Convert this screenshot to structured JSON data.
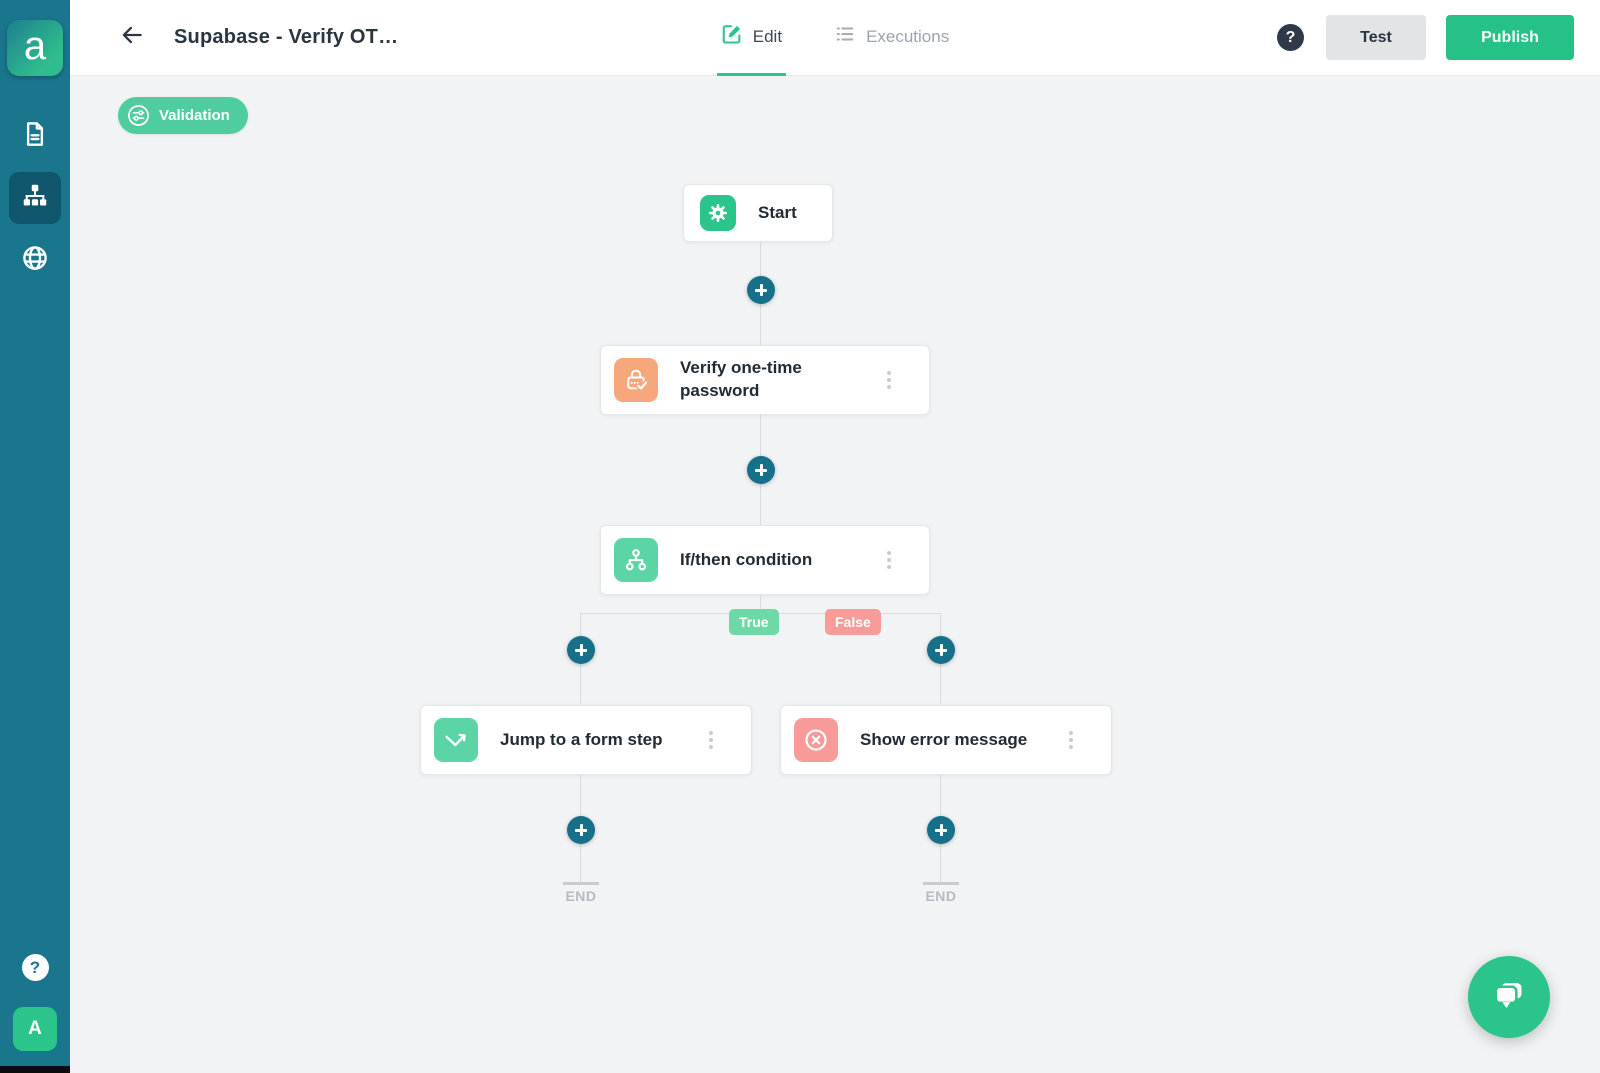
{
  "app": {
    "logo_letter": "a"
  },
  "sidebar": {
    "items": [
      {
        "name": "forms",
        "icon": "document-icon"
      },
      {
        "name": "flows",
        "icon": "sitemap-icon",
        "active": true
      },
      {
        "name": "domains",
        "icon": "globe-icon"
      }
    ],
    "help_glyph": "?",
    "avatar_letter": "A"
  },
  "header": {
    "title": "Supabase - Verify OT…",
    "tabs": [
      {
        "label": "Edit",
        "active": true
      },
      {
        "label": "Executions",
        "active": false
      }
    ],
    "help_glyph": "?",
    "test_button": "Test",
    "publish_button": "Publish"
  },
  "canvas": {
    "badge": {
      "label": "Validation"
    },
    "nodes": [
      {
        "id": "start",
        "label": "Start",
        "icon": "gear-icon",
        "icon_color": "#2bc48a"
      },
      {
        "id": "verify-otp",
        "label": "Verify one-time password",
        "icon": "lock-check-icon",
        "icon_color": "#f6a87c"
      },
      {
        "id": "if-then",
        "label": "If/then condition",
        "icon": "branch-icon",
        "icon_color": "#5cd5a6"
      },
      {
        "id": "jump-step",
        "label": "Jump to a form step",
        "icon": "jump-arrow-icon",
        "icon_color": "#5cd5a6"
      },
      {
        "id": "show-error",
        "label": "Show error message",
        "icon": "error-circle-icon",
        "icon_color": "#f89b98"
      }
    ],
    "branch_labels": {
      "true": "True",
      "false": "False"
    },
    "end_label": "END"
  },
  "colors": {
    "sidebar_teal": "#19768c",
    "sidebar_active": "#10576d",
    "accent_green": "#2bc48a",
    "badge_green": "#50cd9e",
    "true_green": "#6ed8a6",
    "false_red": "#f79c98",
    "orange_icon": "#f6a87c",
    "plus_teal": "#16708a",
    "canvas_bg": "#f1f3f5"
  }
}
